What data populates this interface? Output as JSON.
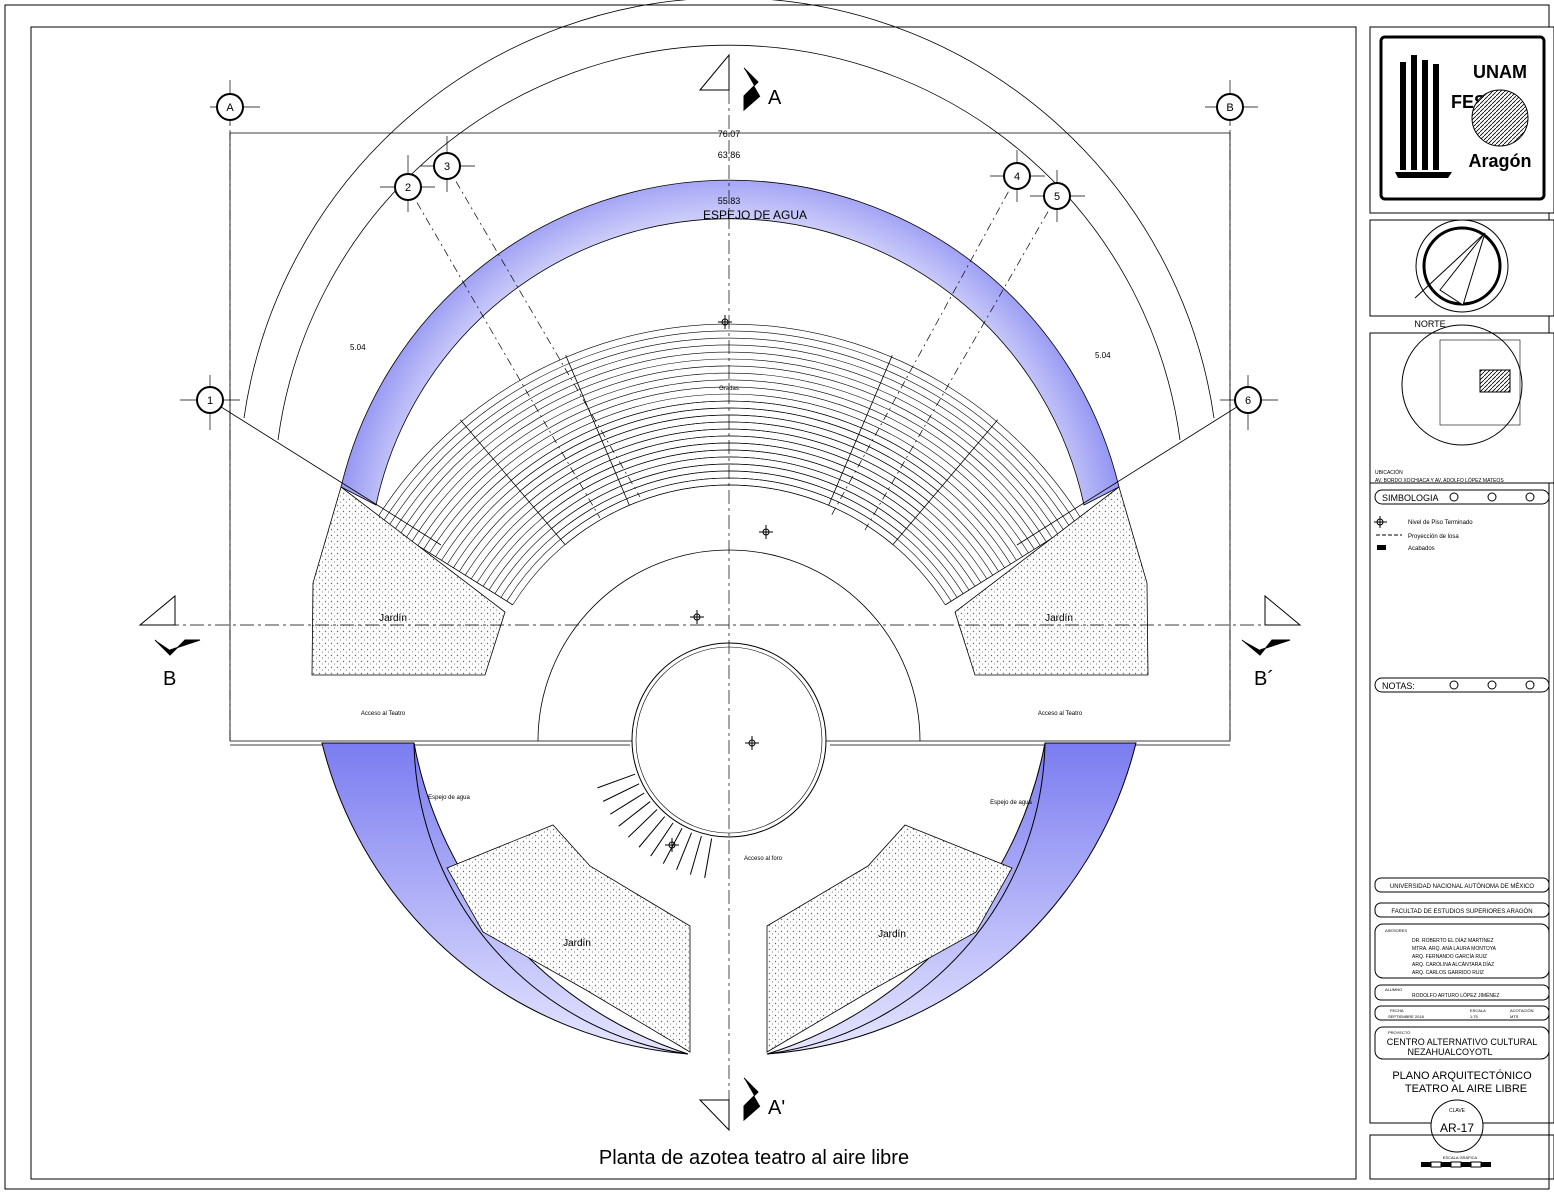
{
  "drawing": {
    "title": "Planta de azotea teatro al aire libre",
    "cuts": {
      "a_top": "A",
      "a_bottom": "A'",
      "b_left": "B",
      "b_right": "B´"
    },
    "axes": [
      "A",
      "B",
      "1",
      "2",
      "3",
      "4",
      "5",
      "6"
    ],
    "dims": {
      "d1": "76.07",
      "d2": "63.86",
      "d3": "55.83",
      "d4": "5.04",
      "d5": "5.04"
    },
    "labels": {
      "espejo_top": "ESPEJO DE AGUA",
      "jardin_left": "Jardín",
      "jardin_right": "Jardín",
      "jardin_bottom_left": "Jardín",
      "jardin_bottom_right": "Jardín",
      "acceso_left": "Acceso al Teatro",
      "acceso_right": "Acceso al Teatro",
      "acceso_bottom": "Acceso al foro",
      "espejo_bl": "Espejo de agua",
      "espejo_br": "Espejo de agua",
      "gradas": "Gradas"
    },
    "colors": {
      "water": "#7b7cf0",
      "water_light": "#ffffff",
      "stroke": "#000000"
    }
  },
  "title_block": {
    "logo": {
      "unam": "UNAM",
      "fes": "FES",
      "aragon": "Aragón"
    },
    "north": "NORTE",
    "ubicacion": "UBICACIÓN",
    "ubicacion_text": "AV. BORDO XOCHIACA Y AV. ADOLFO LÓPEZ MATEOS",
    "simbologia": "SIMBOLOGIA",
    "legend": [
      "Nivel de Piso Terminado",
      "Proyección de losa",
      "Acabados"
    ],
    "notas": "NOTAS:",
    "universidad": "UNIVERSIDAD NACIONAL AUTÓNOMA DE MÉXICO",
    "facultad": "FACULTAD DE ESTUDIOS SUPERIORES ARAGÓN",
    "asesores_label": "ASESORES",
    "asesores": [
      "DR. ROBERTO EL DÍAZ MARTÍNEZ",
      "MTRA. ARQ. ANA LAURA MONTOYA",
      "ARQ. FERNANDO GARCÍA RUIZ",
      "ARQ. CAROLINA ALCÁNTARA DÍAZ",
      "ARQ. CARLOS GARRIDO RUIZ"
    ],
    "alumno_label": "ALUMNO",
    "alumno": "RODOLFO ARTURO LÓPEZ JIMÉNEZ",
    "meta": [
      "FECHA",
      "ESCALA",
      "ACOTACIÓN",
      "SEPTIEMBRE 2018",
      "1:75",
      "MTS"
    ],
    "proyecto_label": "PROYECTO",
    "proyecto": [
      "CENTRO ALTERNATIVO CULTURAL",
      "NEZAHUALCOYOTL"
    ],
    "plano": [
      "PLANO ARQUITECTÓNICO",
      "TEATRO AL AIRE LIBRE"
    ],
    "clave_label": "CLAVE",
    "clave": "AR-17",
    "escala_grafica": "ESCALA GRÁFICA"
  }
}
